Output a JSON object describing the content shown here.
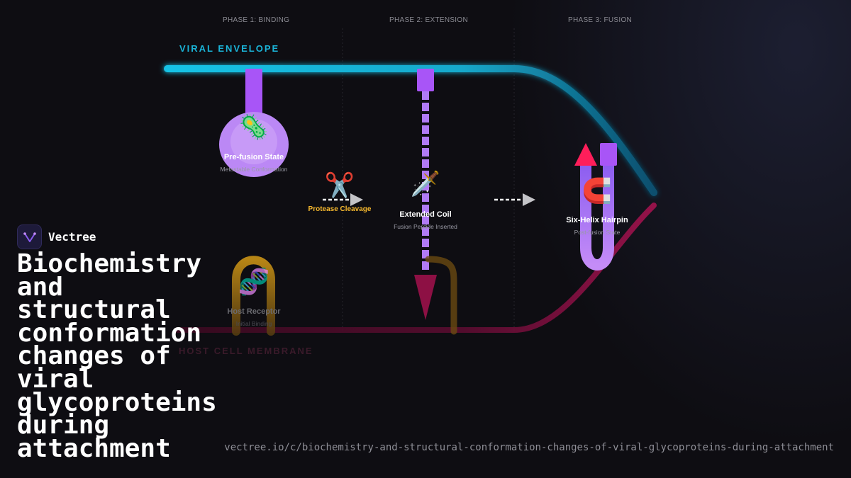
{
  "phases": {
    "phase1": "PHASE 1: BINDING",
    "phase2": "PHASE 2: EXTENSION",
    "phase3": "PHASE 3: FUSION"
  },
  "membranes": {
    "viral_envelope": "VIRAL ENVELOPE",
    "host_membrane": "HOST CELL MEMBRANE"
  },
  "nodes": {
    "prefusion": {
      "title": "Pre-fusion State",
      "subtitle": "Metastable Conformation",
      "icon": "virus-icon"
    },
    "cleavage": {
      "label": "Protease Cleavage",
      "icon": "scissors-icon"
    },
    "extended": {
      "title": "Extended Coil",
      "subtitle": "Fusion Peptide Inserted",
      "icon": "dagger-icon"
    },
    "hairpin": {
      "title": "Six-Helix Hairpin",
      "subtitle": "Post-fusion State",
      "icon": "magnet-icon"
    },
    "receptor": {
      "title": "Host Receptor",
      "subtitle": "Initial Binding",
      "icon": "dna-icon"
    }
  },
  "colors": {
    "envelope": "#17c3e6",
    "membrane": "#c0185a",
    "protein": "#a855f7",
    "receptor": "#d49a16",
    "accent_warning": "#f5b82e",
    "fusion_peptide": "#ff1e5a"
  },
  "brand": {
    "name": "Vectree"
  },
  "title": "Biochemistry and structural conformation changes of viral glycoproteins during attachment",
  "url": "vectree.io/c/biochemistry-and-structural-conformation-changes-of-viral-glycoproteins-during-attachment"
}
